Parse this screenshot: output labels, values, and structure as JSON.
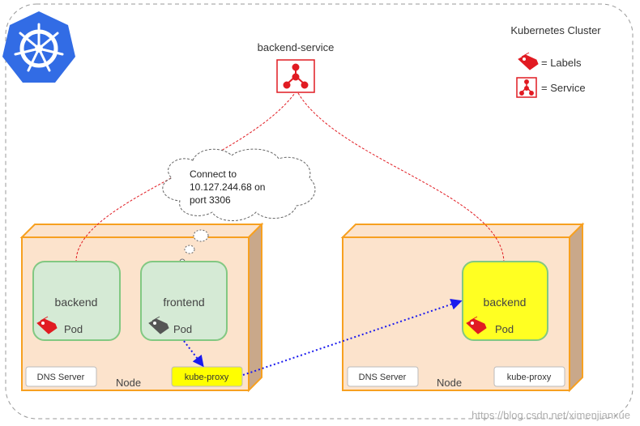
{
  "cluster": {
    "title": "Kubernetes Cluster"
  },
  "legend": {
    "labels_text": "= Labels",
    "service_text": "= Service"
  },
  "service": {
    "name": "backend-service"
  },
  "thought": {
    "lines": [
      "Connect to",
      "10.127.244.68 on",
      "port 3306"
    ]
  },
  "nodes": [
    {
      "label": "Node",
      "dns_label": "DNS Server",
      "proxy_label": "kube-proxy",
      "pods": [
        {
          "title": "backend",
          "label": "Pod"
        },
        {
          "title": "frontend",
          "label": "Pod"
        }
      ]
    },
    {
      "label": "Node",
      "dns_label": "DNS Server",
      "proxy_label": "kube-proxy",
      "pods": [
        {
          "title": "backend",
          "label": "Pod"
        }
      ]
    }
  ],
  "watermark": "https://blog.csdn.net/ximenjianxue",
  "colors": {
    "node_fill": "#fce3cc",
    "node_border": "#f7a020",
    "pod_fill": "#d5ead5",
    "pod_border": "#82c882",
    "pod_active_fill": "#ffff22",
    "proxy_active_fill": "#ffff00",
    "service_red": "#e11b22",
    "k8s_blue": "#326ce5",
    "link_blue": "#1a1aee"
  }
}
